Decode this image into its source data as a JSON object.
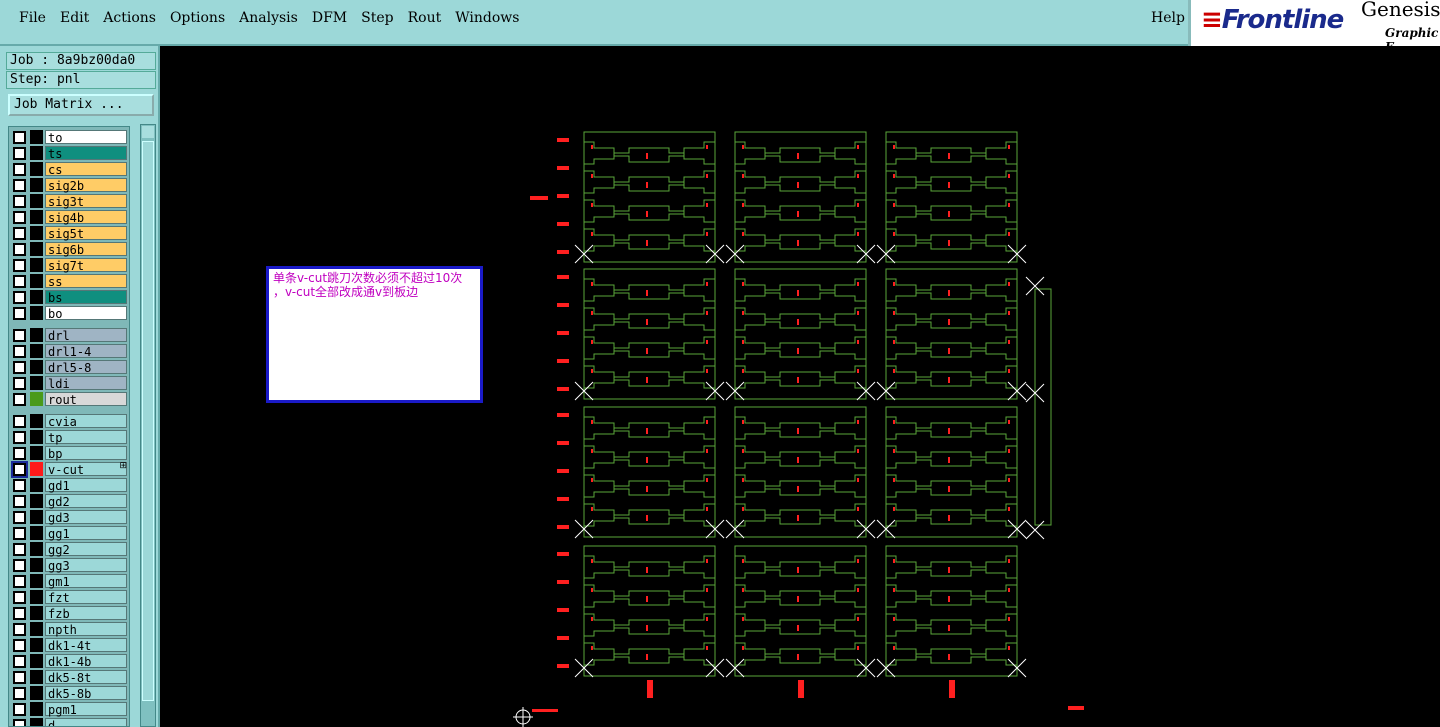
{
  "menu": {
    "items": [
      {
        "label": "File"
      },
      {
        "label": "Edit"
      },
      {
        "label": "Actions"
      },
      {
        "label": "Options"
      },
      {
        "label": "Analysis"
      },
      {
        "label": "DFM"
      },
      {
        "label": "Step"
      },
      {
        "label": "Rout"
      },
      {
        "label": "Windows"
      }
    ],
    "help": "Help"
  },
  "brand": {
    "logo": "Frontline",
    "name": "Genesis",
    "subtitle": "Graphic E"
  },
  "panel": {
    "job": "Job : 8a9bz00da0",
    "step": "Step: pnl",
    "job_matrix": "Job Matrix ..."
  },
  "layers": [
    {
      "name": "to",
      "bg": "#ffffff",
      "color": "#000000"
    },
    {
      "name": "ts",
      "bg": "#0f8f7f",
      "color": "#000000"
    },
    {
      "name": "cs",
      "bg": "#ffcc66",
      "color": "#000000"
    },
    {
      "name": "sig2b",
      "bg": "#ffcc66",
      "color": "#000000"
    },
    {
      "name": "sig3t",
      "bg": "#ffcc66",
      "color": "#000000"
    },
    {
      "name": "sig4b",
      "bg": "#ffcc66",
      "color": "#000000"
    },
    {
      "name": "sig5t",
      "bg": "#ffcc66",
      "color": "#000000"
    },
    {
      "name": "sig6b",
      "bg": "#ffcc66",
      "color": "#000000"
    },
    {
      "name": "sig7t",
      "bg": "#ffcc66",
      "color": "#000000"
    },
    {
      "name": "ss",
      "bg": "#ffcc66",
      "color": "#000000"
    },
    {
      "name": "bs",
      "bg": "#0f8f7f",
      "color": "#000000"
    },
    {
      "name": "bo",
      "bg": "#ffffff",
      "color": "#000000"
    },
    {
      "name": "drl",
      "bg": "#9fb4c4",
      "color": "#000000"
    },
    {
      "name": "drl1-4",
      "bg": "#9fb4c4",
      "color": "#000000"
    },
    {
      "name": "drl5-8",
      "bg": "#9fb4c4",
      "color": "#000000"
    },
    {
      "name": "ldi",
      "bg": "#9fb4c4",
      "color": "#000000"
    },
    {
      "name": "rout",
      "bg": "#d8d8d8",
      "color": "#4a9a1a"
    },
    {
      "name": "cvia",
      "bg": "#9cd8d8",
      "color": "#000000"
    },
    {
      "name": "tp",
      "bg": "#9cd8d8",
      "color": "#000000"
    },
    {
      "name": "bp",
      "bg": "#9cd8d8",
      "color": "#000000"
    },
    {
      "name": "v-cut",
      "bg": "#9cd8d8",
      "color": "#ff1a1a",
      "active": true
    },
    {
      "name": "gd1",
      "bg": "#9cd8d8",
      "color": "#000000"
    },
    {
      "name": "gd2",
      "bg": "#9cd8d8",
      "color": "#000000"
    },
    {
      "name": "gd3",
      "bg": "#9cd8d8",
      "color": "#000000"
    },
    {
      "name": "gg1",
      "bg": "#9cd8d8",
      "color": "#000000"
    },
    {
      "name": "gg2",
      "bg": "#9cd8d8",
      "color": "#000000"
    },
    {
      "name": "gg3",
      "bg": "#9cd8d8",
      "color": "#000000"
    },
    {
      "name": "gm1",
      "bg": "#9cd8d8",
      "color": "#000000"
    },
    {
      "name": "fzt",
      "bg": "#9cd8d8",
      "color": "#000000"
    },
    {
      "name": "fzb",
      "bg": "#9cd8d8",
      "color": "#000000"
    },
    {
      "name": "npth",
      "bg": "#9cd8d8",
      "color": "#000000"
    },
    {
      "name": "dk1-4t",
      "bg": "#9cd8d8",
      "color": "#000000"
    },
    {
      "name": "dk1-4b",
      "bg": "#9cd8d8",
      "color": "#000000"
    },
    {
      "name": "dk5-8t",
      "bg": "#9cd8d8",
      "color": "#000000"
    },
    {
      "name": "dk5-8b",
      "bg": "#9cd8d8",
      "color": "#000000"
    },
    {
      "name": "pgm1",
      "bg": "#9cd8d8",
      "color": "#000000"
    },
    {
      "name": "d",
      "bg": "#9cd8d8",
      "color": "#000000"
    }
  ],
  "note": {
    "line1": "单条v-cut跳刀次数必须不超过10次",
    "line2": "，v-cut全部改成通v到板边"
  },
  "colors": {
    "outline": "#5aa63a",
    "vcut_mark": "#ff2020",
    "cross": "#ffffff"
  }
}
